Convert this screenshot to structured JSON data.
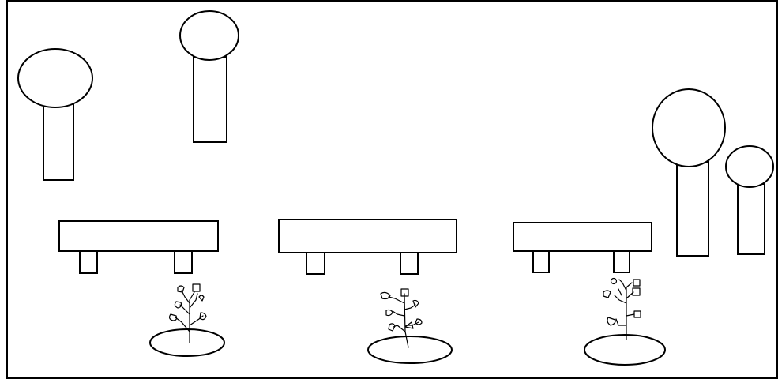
{
  "scene": {
    "description_visible_text": "",
    "colors": {
      "stroke": "#000000",
      "background": "#ffffff"
    },
    "counts": {
      "trees": 4,
      "benches": 3,
      "flower_plants": 3
    }
  }
}
